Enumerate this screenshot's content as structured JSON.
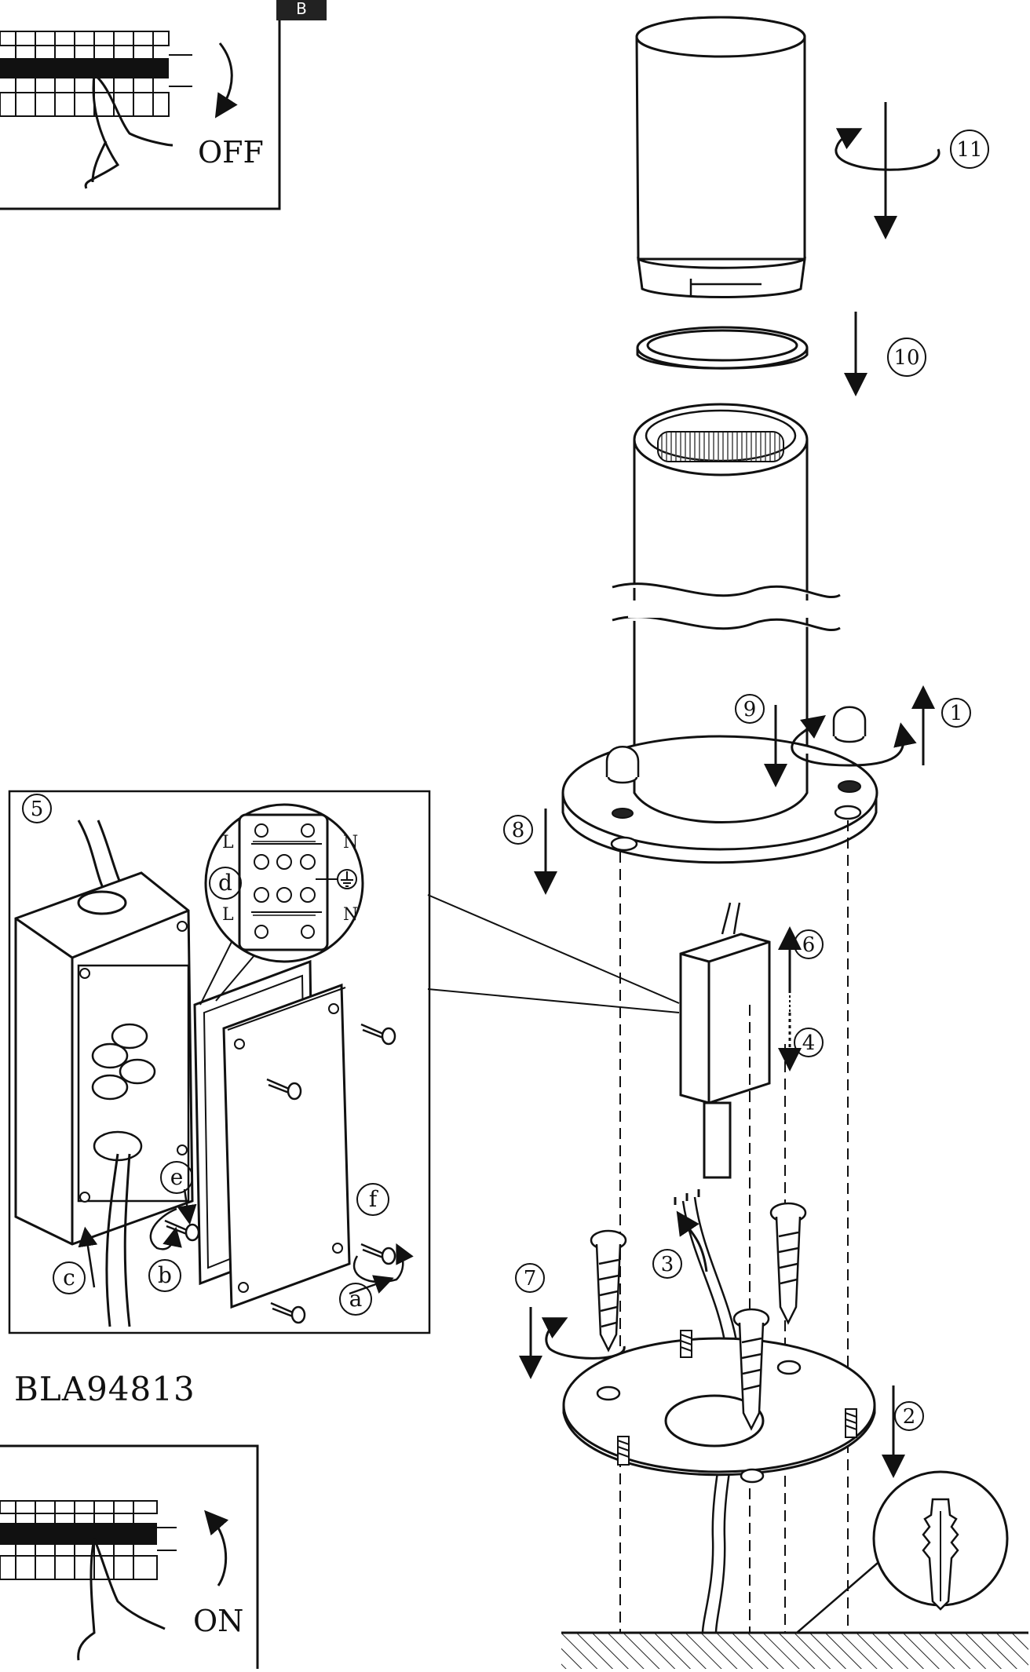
{
  "diagram": {
    "corner_badge": "B",
    "model_code": "BLA94813",
    "switch_off_label": "OFF",
    "switch_on_label": "ON",
    "steps": [
      "1",
      "2",
      "3",
      "4",
      "5",
      "6",
      "7",
      "8",
      "9",
      "10",
      "11"
    ],
    "detail_letters": [
      "a",
      "b",
      "c",
      "d",
      "e",
      "f"
    ],
    "terminal_labels": {
      "live": "L",
      "neutral": "N"
    }
  }
}
